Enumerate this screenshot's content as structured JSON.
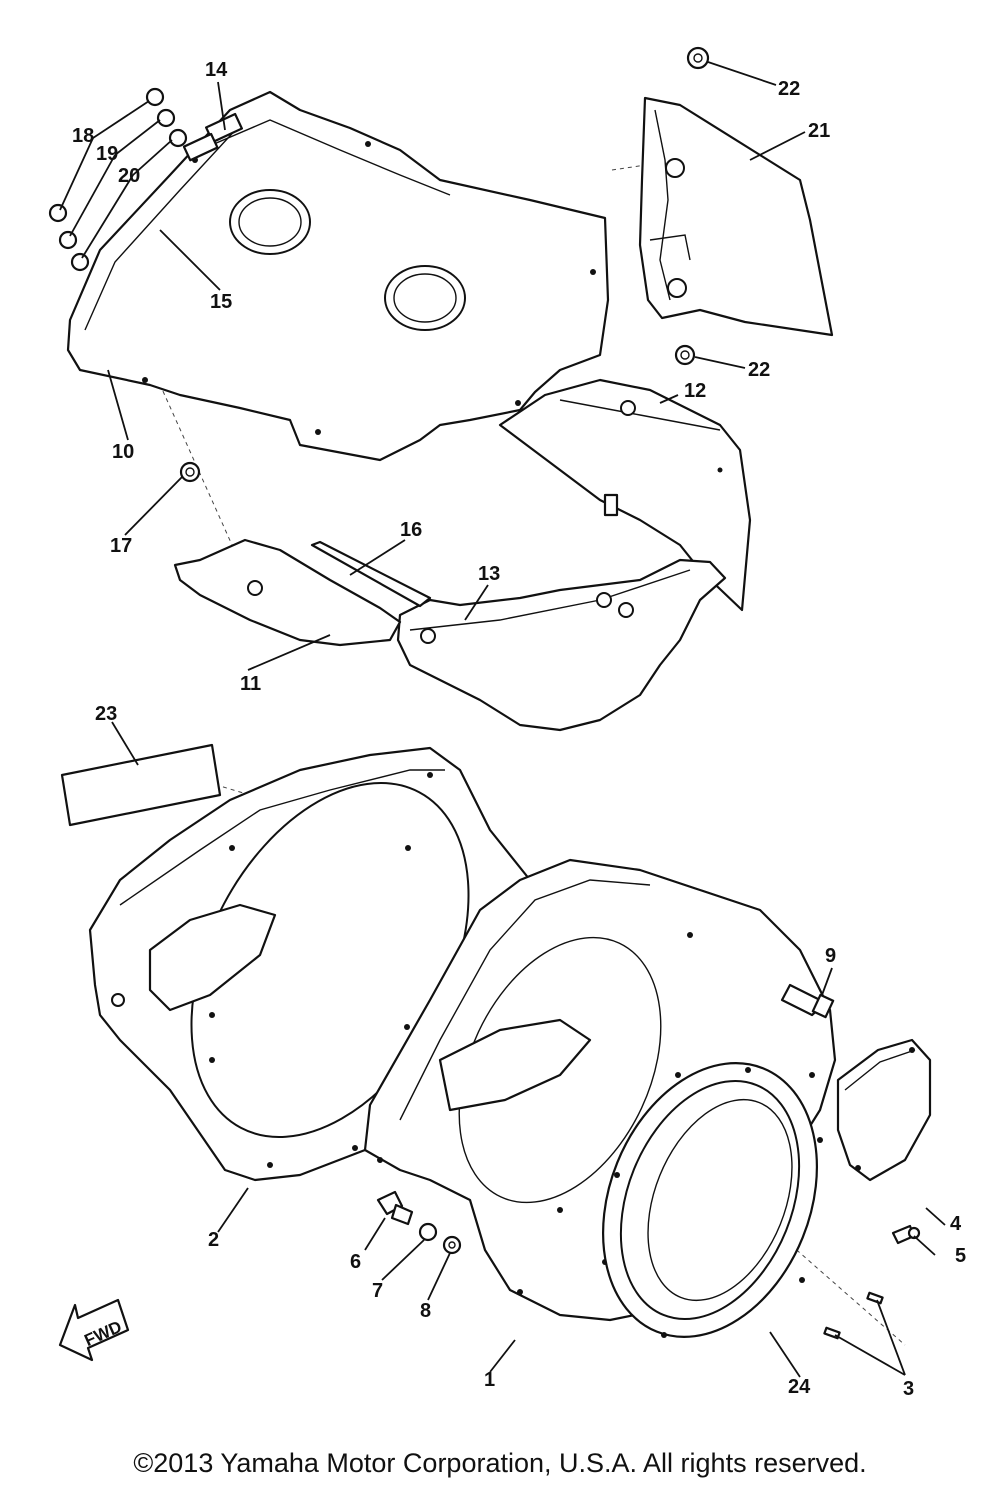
{
  "callouts": {
    "c1": "1",
    "c2": "2",
    "c3": "3",
    "c4": "4",
    "c5": "5",
    "c6": "6",
    "c7": "7",
    "c8": "8",
    "c9": "9",
    "c10": "10",
    "c11": "11",
    "c12": "12",
    "c13": "13",
    "c14": "14",
    "c15": "15",
    "c16": "16",
    "c17": "17",
    "c18": "18",
    "c19": "19",
    "c20": "20",
    "c21": "21",
    "c22a": "22",
    "c22b": "22",
    "c23": "23",
    "c24": "24"
  },
  "nameplate": "",
  "fwd_label": "FWD",
  "copyright": "©2013 Yamaha Motor Corporation, U.S.A. All rights reserved."
}
